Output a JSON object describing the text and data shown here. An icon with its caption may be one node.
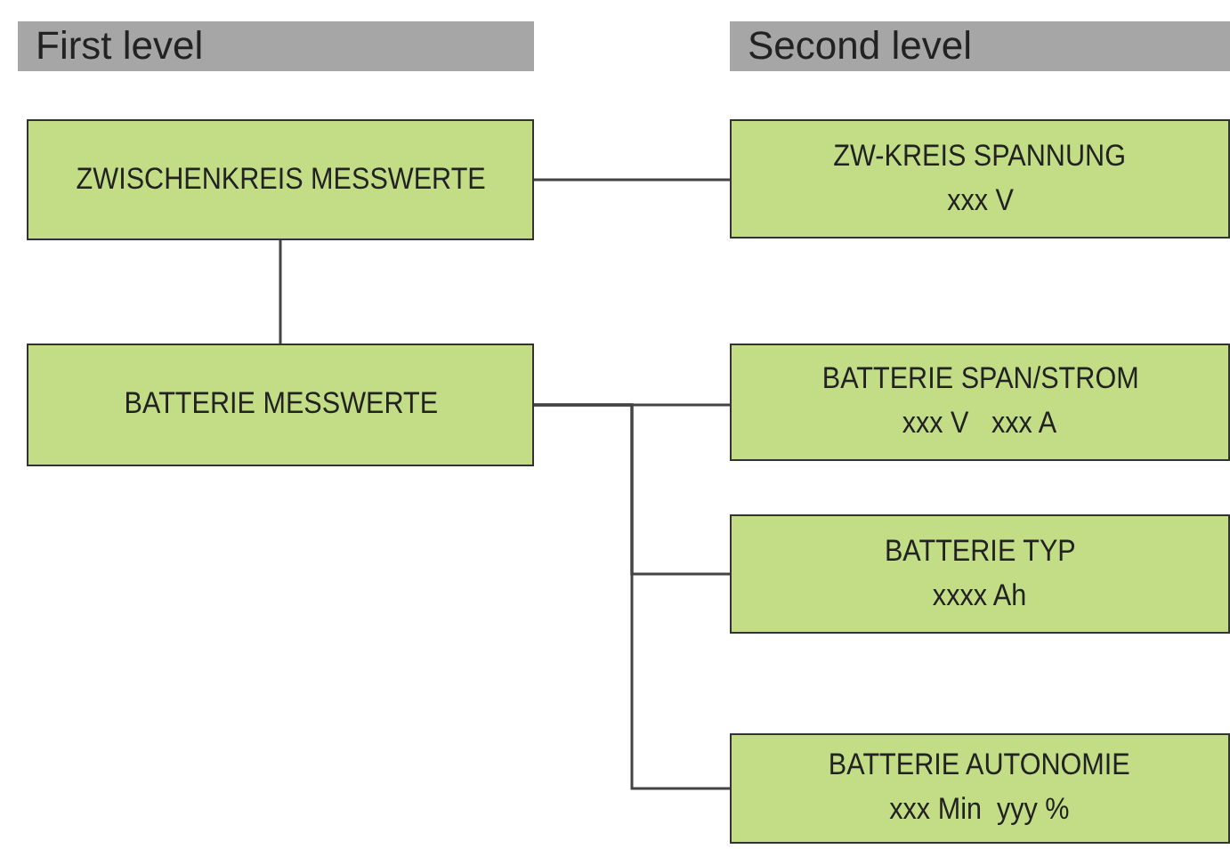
{
  "diagram": {
    "nodes": [
      {
        "text": [
          "First level"
        ]
      },
      {
        "text": [
          "Second level"
        ]
      },
      {
        "text": [
          "ZWISCHENKREIS MESSWERTE"
        ]
      },
      {
        "text": [
          "ZW-KREIS SPANNUNG",
          "xxx V"
        ]
      },
      {
        "text": [
          "BATTERIE MESSWERTE"
        ]
      },
      {
        "text": [
          "BATTERIE SPAN/STROM",
          "xxx V   xxx A"
        ]
      },
      {
        "text": [
          "BATTERIE TYP",
          "xxxx Ah"
        ]
      },
      {
        "text": [
          "BATTERIE AUTONOMIE",
          "xxx Min  yyy %"
        ]
      }
    ],
    "edges": [
      {
        "from": 2,
        "to": 3,
        "arrow": "none"
      },
      {
        "from": 2,
        "to": 4,
        "arrow": "none"
      },
      {
        "from": 4,
        "to": 5,
        "arrow": "none"
      },
      {
        "from": 4,
        "to": 6,
        "arrow": "none"
      },
      {
        "from": 4,
        "to": 7,
        "arrow": "none"
      }
    ]
  }
}
